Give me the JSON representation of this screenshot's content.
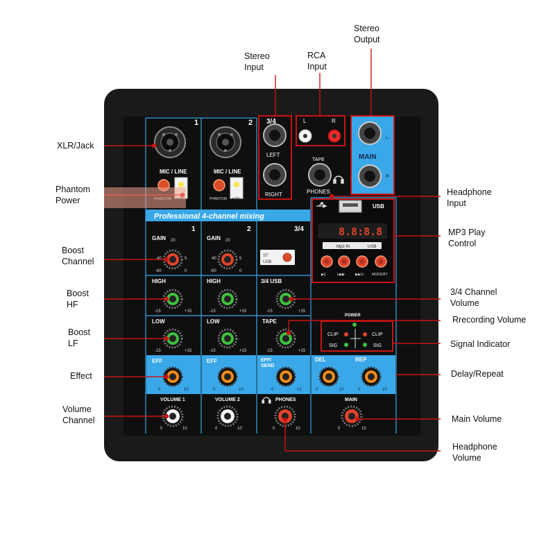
{
  "callouts": {
    "stereo_output": [
      "Stereo",
      "Output"
    ],
    "stereo_input": [
      "Stereo",
      "Input"
    ],
    "rca_input": [
      "RCA",
      "Input"
    ],
    "xlr_jack": [
      "XLR/Jack"
    ],
    "phantom_power": [
      "Phantom",
      "Power"
    ],
    "headphone_input": [
      "Headphone",
      "Input"
    ],
    "mp3_play_control": [
      "MP3 Play",
      "Control"
    ],
    "boost_channel": [
      "Boost",
      "Channel"
    ],
    "boost_hf": [
      "Boost",
      "HF"
    ],
    "channel34_volume": [
      "3/4 Channel",
      "Volume"
    ],
    "recording_volume": [
      "Rrecording Volume"
    ],
    "boost_lf": [
      "Boost",
      "LF"
    ],
    "signal_indicator": [
      "Signal Indicator"
    ],
    "effect": [
      "Effect"
    ],
    "delay_repeat": [
      "Delay/Repeat"
    ],
    "volume_channel": [
      "Volume",
      "Channel"
    ],
    "main_volume": [
      "Main Volume"
    ],
    "headphone_volume": [
      "Headphone",
      "Volume"
    ]
  },
  "panel": {
    "ch1": "1",
    "ch2": "2",
    "ch34": "3/4",
    "left": "LEFT",
    "right": "RIGHT",
    "l": "L",
    "r": "R",
    "tape": "TAPE",
    "phones": "PHONES",
    "main": "MAIN",
    "mic_line": "MIC / LINE",
    "phantom": "PHANTOM",
    "plus48v": "+48V",
    "banner": "Professional 4-channel mixing",
    "gain": "GAIN",
    "high": "HIGH",
    "low": "LOW",
    "usb": "USB",
    "usb_34": "3/4 USB",
    "st": "ST",
    "eff": "EFF",
    "eff_send": [
      "EFF/",
      "SEND"
    ],
    "del": "DEL",
    "rep": "REP",
    "volume1": "VOLUME 1",
    "volume2": "VOLUME 2",
    "power": "POWER",
    "clip": "CLIP",
    "sig": "SIG",
    "mp3_in": "Mp3 IN",
    "display": "8.8:8.8",
    "mp3_buttons": [
      "▶||",
      "|◀◀/-",
      "▶▶|/+",
      "MODE/BT"
    ],
    "gain_scale": [
      "40",
      "20",
      "5",
      "-60",
      "0"
    ],
    "eq_scale": [
      "-15",
      "+15"
    ],
    "vol_scale": [
      "0",
      "10"
    ]
  },
  "colors": {
    "annotation": "#c81414",
    "panel": "#151515",
    "accent_blue": "#3aa8e8",
    "knob_red": "#e0432b",
    "knob_green": "#3fbf3f",
    "knob_orange": "#f08c1a",
    "knob_white": "#f2f2f2"
  }
}
